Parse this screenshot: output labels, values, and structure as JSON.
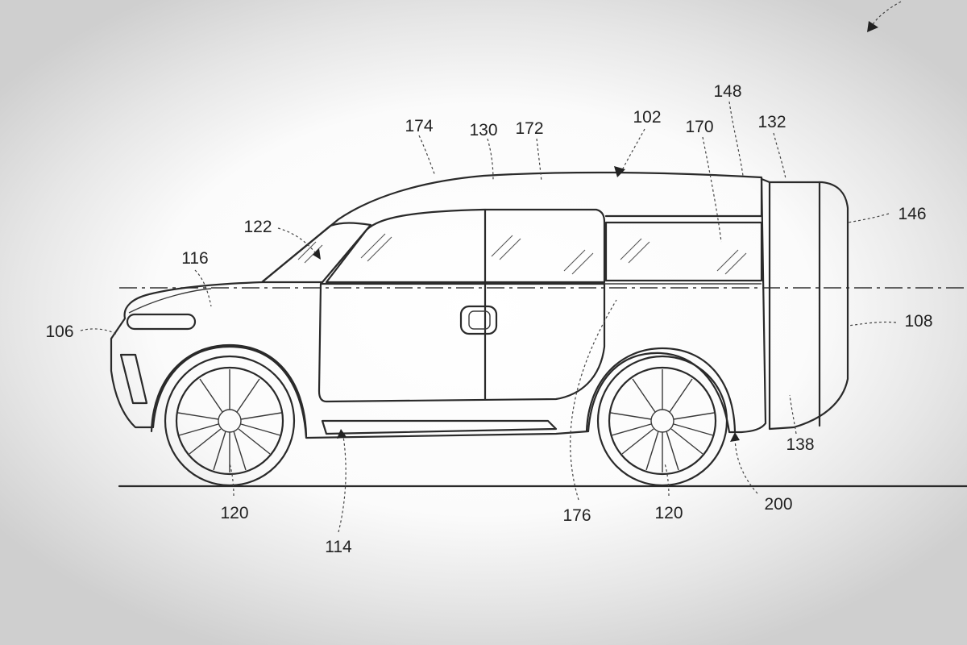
{
  "diagram": {
    "reference_numerals": [
      {
        "id": "ref-174",
        "text": "174"
      },
      {
        "id": "ref-130",
        "text": "130"
      },
      {
        "id": "ref-172",
        "text": "172"
      },
      {
        "id": "ref-102",
        "text": "102"
      },
      {
        "id": "ref-170",
        "text": "170"
      },
      {
        "id": "ref-148",
        "text": "148"
      },
      {
        "id": "ref-132",
        "text": "132"
      },
      {
        "id": "ref-146",
        "text": "146"
      },
      {
        "id": "ref-122",
        "text": "122"
      },
      {
        "id": "ref-116",
        "text": "116"
      },
      {
        "id": "ref-106",
        "text": "106"
      },
      {
        "id": "ref-108",
        "text": "108"
      },
      {
        "id": "ref-138",
        "text": "138"
      },
      {
        "id": "ref-200",
        "text": "200"
      },
      {
        "id": "ref-120-front",
        "text": "120"
      },
      {
        "id": "ref-120-rear",
        "text": "120"
      },
      {
        "id": "ref-114",
        "text": "114"
      },
      {
        "id": "ref-176",
        "text": "176"
      }
    ]
  }
}
